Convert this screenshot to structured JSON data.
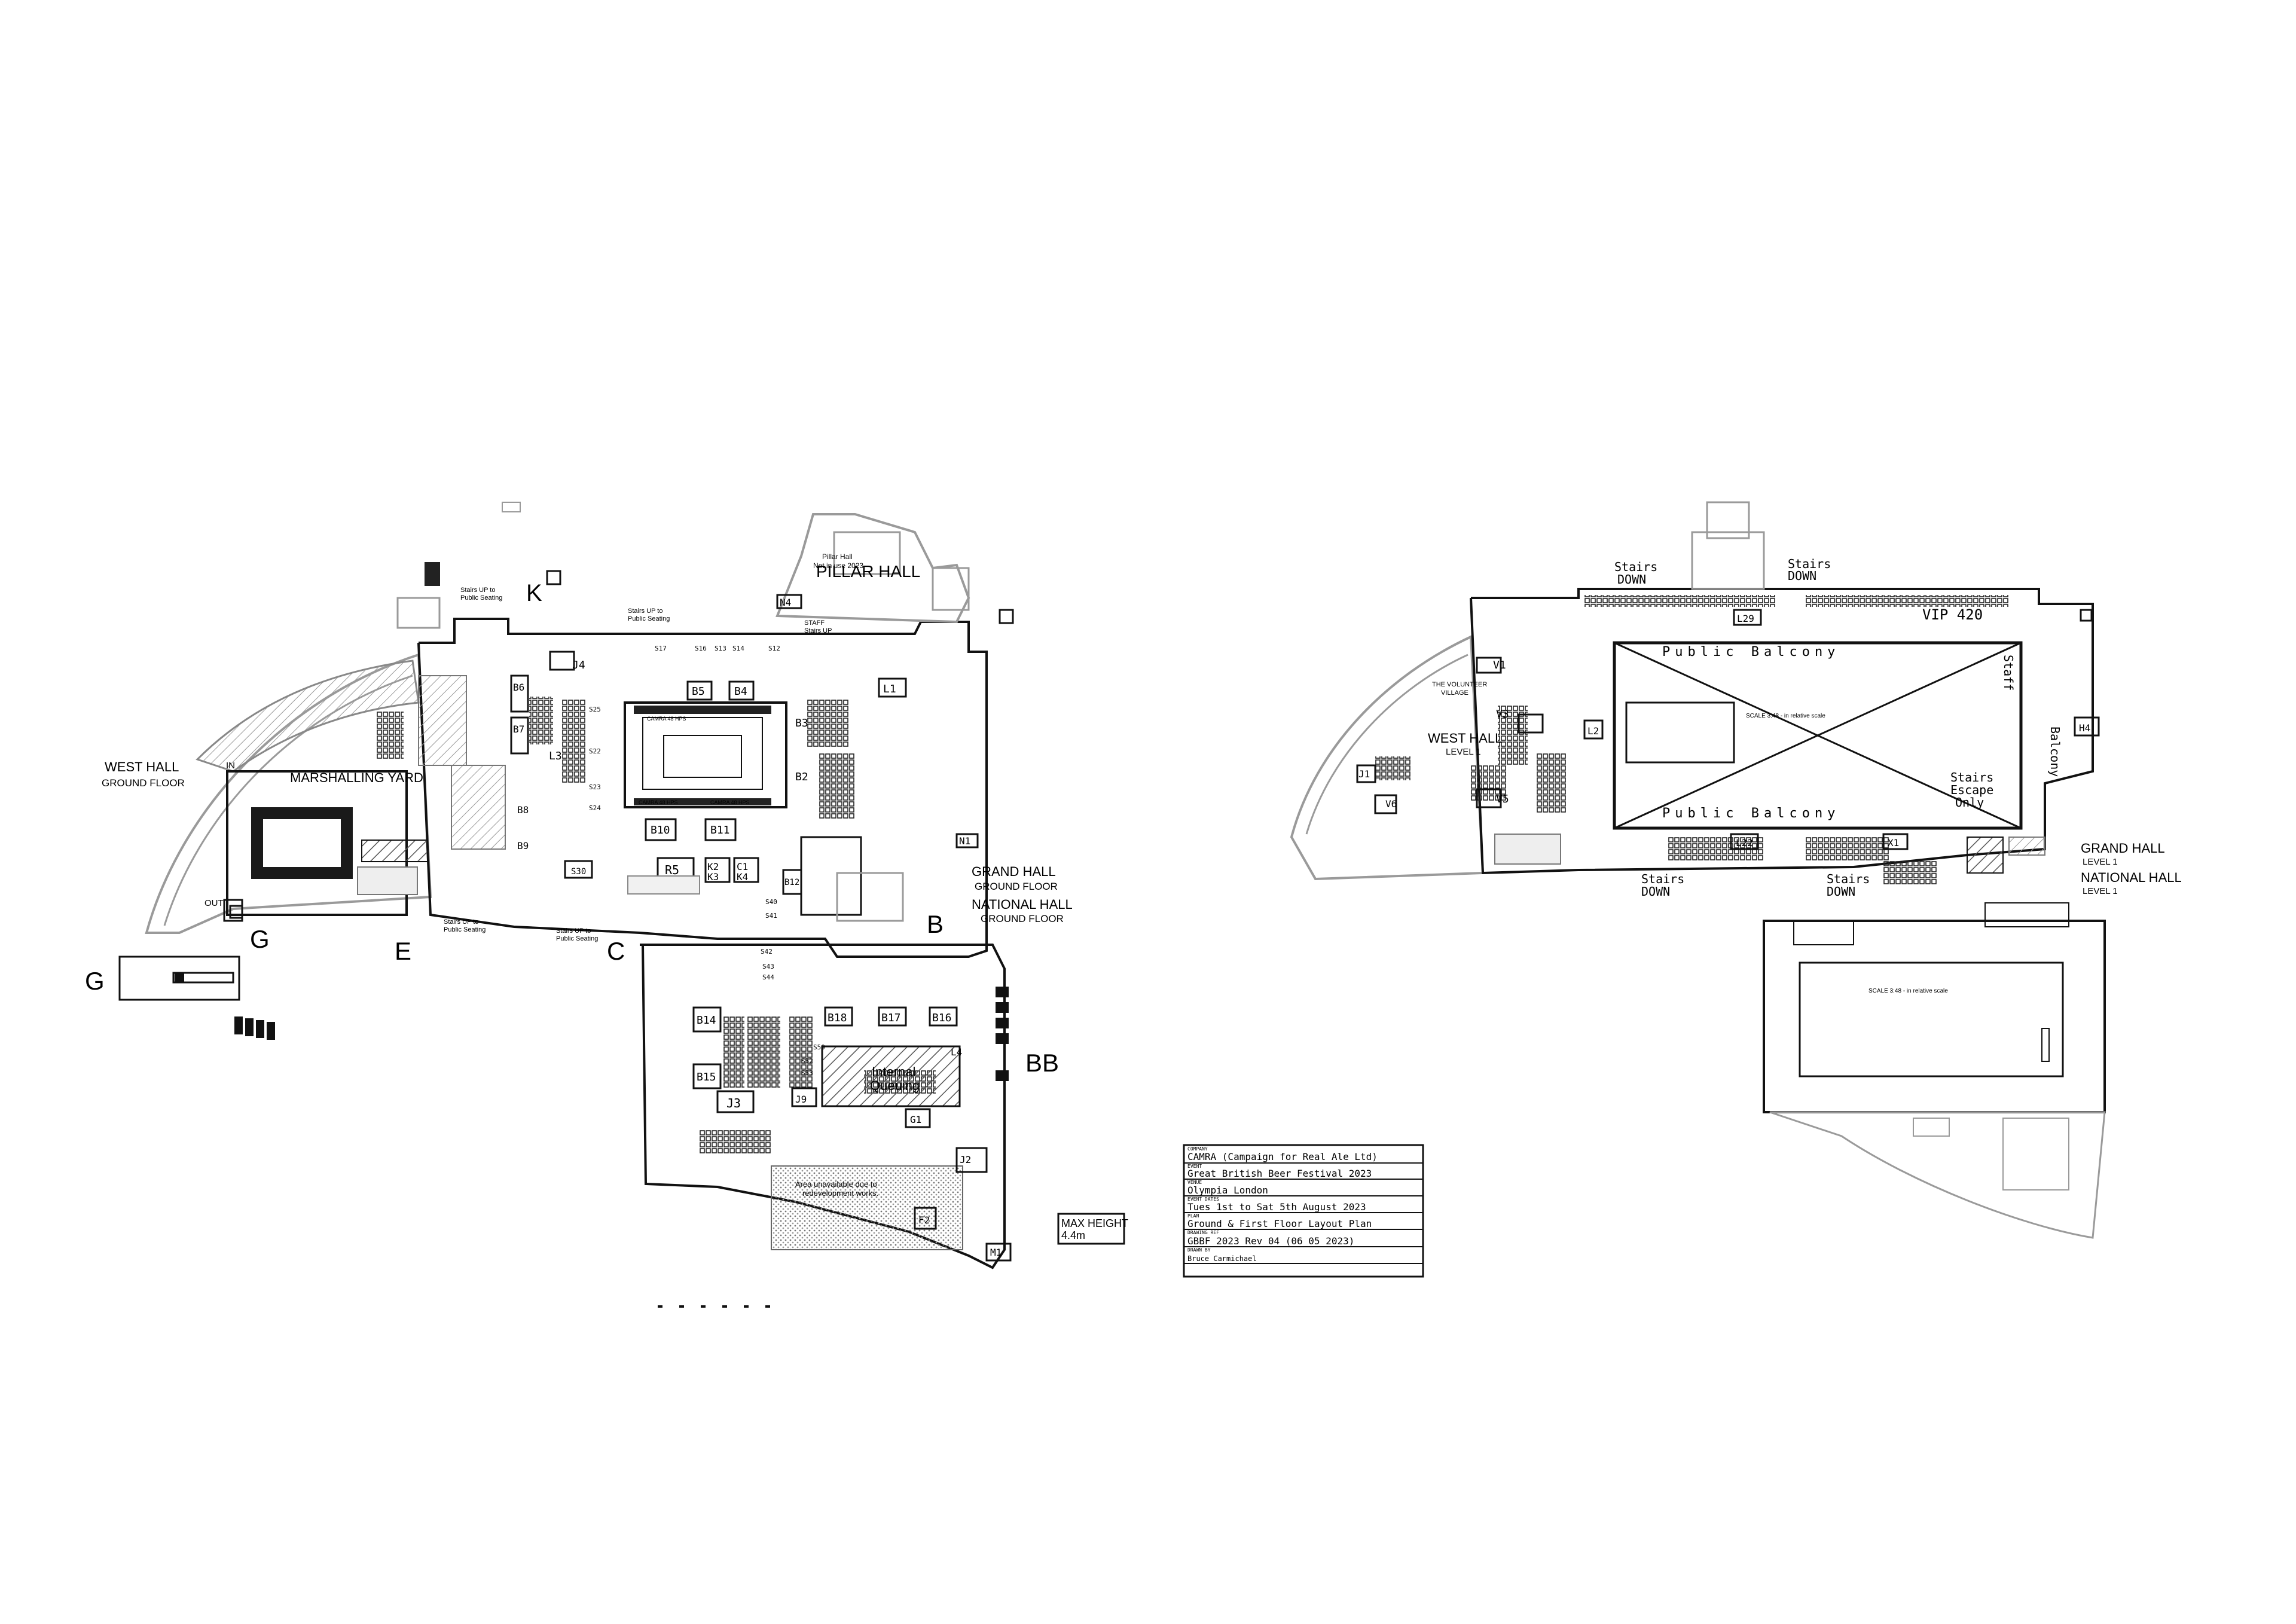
{
  "colors": {
    "ink": "#111111",
    "grey": "#9a9a9a",
    "hatch": "#555555",
    "paper": "#ffffff"
  },
  "ground": {
    "pillar_hall": "PILLAR HALL",
    "pillar_note_1": "Pillar Hall",
    "pillar_note_2": "Not in use 2023",
    "west_hall": "WEST HALL",
    "west_hall_sub": "GROUND FLOOR",
    "grand_hall": "GRAND HALL",
    "grand_hall_sub": "GROUND FLOOR",
    "national_hall": "NATIONAL HALL",
    "national_hall_sub": "GROUND FLOOR",
    "marshalling_yard": "MARSHALLING YARD",
    "stairs_up_1": "Stairs UP to",
    "stairs_up_2": "Public Seating",
    "staff_stairs_1": "STAFF",
    "staff_stairs_2": "Stairs UP",
    "in_label": "IN",
    "out_label": "OUT",
    "internal_queuing_1": "Internal",
    "internal_queuing_2": "Queuing",
    "area_unavailable_1": "Area unavailable due to",
    "area_unavailable_2": "redevelopment works.",
    "max_height_1": "MAX HEIGHT",
    "max_height_2": "4.4m",
    "camra_stand": "CAMRA 48 HPS",
    "letters": {
      "K": "K",
      "C": "C",
      "B": "B",
      "BB": "BB",
      "E": "E",
      "G": "G",
      "G2": "G"
    },
    "bars": {
      "j4": "J4",
      "b5": "B5",
      "b4": "B4",
      "l1": "L1",
      "b6": "B6",
      "b7": "B7",
      "b3": "B3",
      "b2": "B2",
      "b8": "B8",
      "b9": "B9",
      "l3": "L3",
      "b10": "B10",
      "b11": "B11",
      "r5": "R5",
      "s30": "S30",
      "k3": "K3",
      "k2": "K2",
      "c1": "C1",
      "k4": "K4",
      "b12": "B12",
      "n1": "N1",
      "n4": "N4",
      "b14": "B14",
      "b15": "B15",
      "b18": "B18",
      "b17": "B17",
      "b16": "B16",
      "j3": "J3",
      "j9": "J9",
      "g1": "G1",
      "f2": "F2",
      "m1": "M1",
      "s12": "S12",
      "s13": "S13",
      "s14": "S14",
      "s16": "S16",
      "s17": "S17",
      "s25": "S25",
      "s22": "S22",
      "s23": "S23",
      "s24": "S24",
      "s40": "S40",
      "s41": "S41",
      "s42": "S42",
      "s43": "S43",
      "s44": "S44",
      "s50": "S50",
      "s52": "S52",
      "s53": "S53",
      "j2": "J2",
      "l4": "L4"
    }
  },
  "first": {
    "stairs_down": "Stairs",
    "stairs_down_2": "DOWN",
    "vip": "VIP 420",
    "public_balcony": "Public Balcony",
    "staff_balcony_1": "Staff",
    "staff_balcony_2": "Balcony",
    "stairs_escape_1": "Stairs",
    "stairs_escape_2": "Escape",
    "stairs_escape_3": "Only",
    "west_hall": "WEST HALL",
    "west_hall_sub": "LEVEL 1",
    "grand_hall": "GRAND HALL",
    "grand_hall_sub": "LEVEL 1",
    "national_hall": "NATIONAL HALL",
    "national_hall_sub": "LEVEL 1",
    "volunteer_village_1": "THE VOLUNTEER",
    "volunteer_village_2": "VILLAGE",
    "scale_note": "SCALE 3:48 - in relative scale",
    "bars": {
      "v1": "V1",
      "v3": "V3",
      "v5": "V5",
      "v6": "V6",
      "j1": "J1",
      "l2": "L2",
      "l2b": "L2",
      "l22": "L22",
      "l29": "L29",
      "x1": "X1",
      "h4": "H4"
    }
  },
  "title_block": {
    "client_label": "COMPANY",
    "client": "CAMRA (Campaign for Real Ale Ltd)",
    "event_label": "EVENT",
    "event": "Great British Beer Festival 2023",
    "venue_label": "VENUE",
    "venue": "Olympia London",
    "dates_label": "EVENT DATES",
    "dates": "Tues 1st to Sat 5th August 2023",
    "plan_label": "PLAN",
    "plan": "Ground & First Floor Layout Plan",
    "drawing_label": "DRAWING REF",
    "drawing": "GBBF 2023 Rev 04 (06 05 2023)",
    "drawn_label": "DRAWN BY",
    "drawn": "Bruce Carmichael"
  }
}
